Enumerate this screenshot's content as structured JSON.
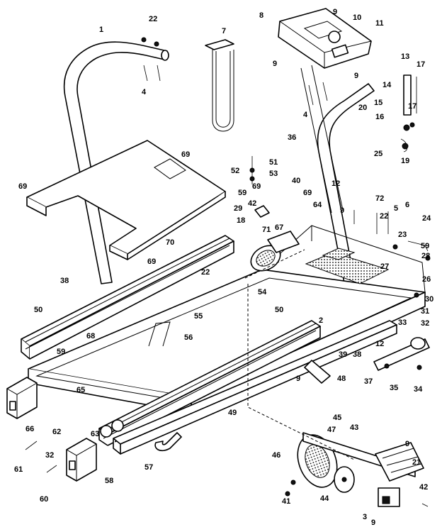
{
  "diagram": {
    "callouts": [
      "1",
      "2",
      "3",
      "4",
      "4",
      "5",
      "6",
      "7",
      "8",
      "9",
      "9",
      "9",
      "9",
      "9",
      "9",
      "9",
      "10",
      "11",
      "12",
      "12",
      "13",
      "14",
      "15",
      "16",
      "17",
      "17",
      "18",
      "19",
      "20",
      "21",
      "22",
      "22",
      "22",
      "23",
      "24",
      "25",
      "26",
      "27",
      "28",
      "29",
      "30",
      "31",
      "32",
      "32",
      "33",
      "34",
      "35",
      "36",
      "37",
      "38",
      "38",
      "39",
      "40",
      "41",
      "42",
      "42",
      "43",
      "44",
      "45",
      "46",
      "47",
      "48",
      "49",
      "50",
      "50",
      "51",
      "52",
      "53",
      "54",
      "55",
      "56",
      "57",
      "58",
      "59",
      "59",
      "59",
      "60",
      "61",
      "62",
      "63",
      "64",
      "65",
      "66",
      "67",
      "68",
      "69",
      "69",
      "69",
      "69",
      "69",
      "70",
      "71",
      "72"
    ]
  }
}
